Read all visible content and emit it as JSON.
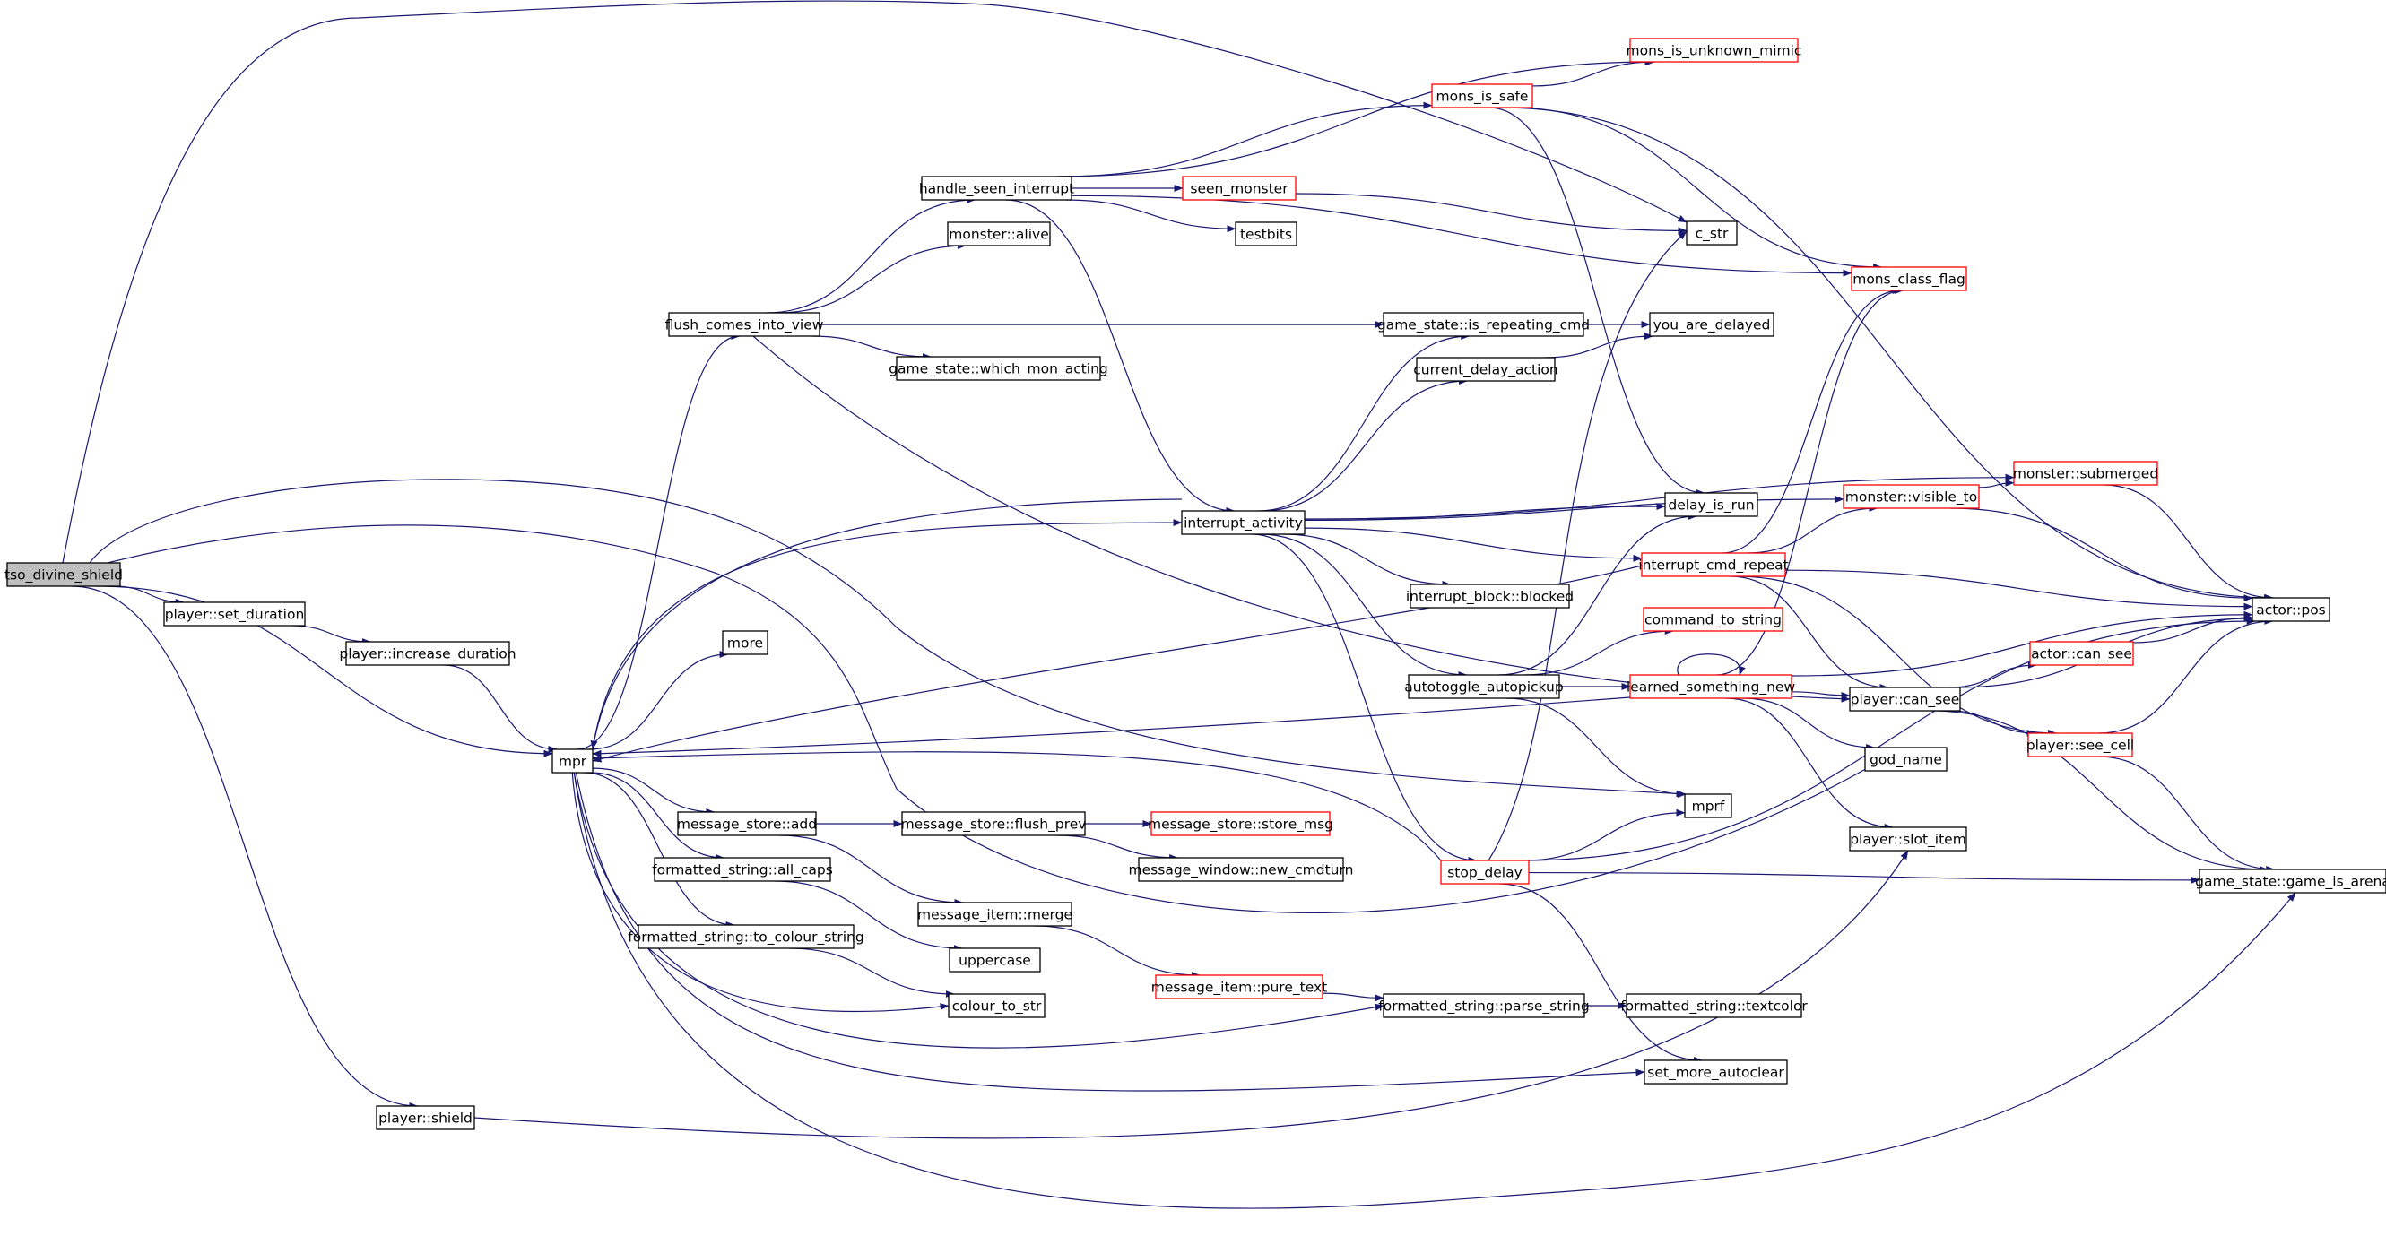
{
  "graph": {
    "title": "tso_divine_shield",
    "colors": {
      "edge": "#191970",
      "node_border": "#000000",
      "truncated_border": "#ff0000",
      "root_fill": "#bfbfbf",
      "background": "#ffffff"
    },
    "nodes": [
      {
        "id": "tso_divine_shield",
        "label": "tso_divine_shield",
        "style": "root"
      },
      {
        "id": "set_duration",
        "label": "player::set_duration",
        "style": "normal"
      },
      {
        "id": "increase_duration",
        "label": "player::increase_duration",
        "style": "normal"
      },
      {
        "id": "mpr",
        "label": "mpr",
        "style": "normal"
      },
      {
        "id": "player_shield",
        "label": "player::shield",
        "style": "normal"
      },
      {
        "id": "flush_comes_into_view",
        "label": "flush_comes_into_view",
        "style": "normal"
      },
      {
        "id": "handle_seen_interrupt",
        "label": "handle_seen_interrupt",
        "style": "normal"
      },
      {
        "id": "monster_alive",
        "label": "monster::alive",
        "style": "normal"
      },
      {
        "id": "which_mon_acting",
        "label": "game_state::which_mon_acting",
        "style": "normal"
      },
      {
        "id": "seen_monster",
        "label": "seen_monster",
        "style": "red"
      },
      {
        "id": "testbits",
        "label": "testbits",
        "style": "normal"
      },
      {
        "id": "mons_is_safe",
        "label": "mons_is_safe",
        "style": "red"
      },
      {
        "id": "mons_is_unknown_mimic",
        "label": "mons_is_unknown_mimic",
        "style": "red"
      },
      {
        "id": "c_str",
        "label": "c_str",
        "style": "normal"
      },
      {
        "id": "mons_class_flag",
        "label": "mons_class_flag",
        "style": "red"
      },
      {
        "id": "is_repeating_cmd",
        "label": "game_state::is_repeating_cmd",
        "style": "normal"
      },
      {
        "id": "you_are_delayed",
        "label": "you_are_delayed",
        "style": "normal"
      },
      {
        "id": "current_delay_action",
        "label": "current_delay_action",
        "style": "normal"
      },
      {
        "id": "interrupt_activity",
        "label": "interrupt_activity",
        "style": "normal"
      },
      {
        "id": "delay_is_run",
        "label": "delay_is_run",
        "style": "normal"
      },
      {
        "id": "monster_submerged",
        "label": "monster::submerged",
        "style": "red"
      },
      {
        "id": "monster_visible_to",
        "label": "monster::visible_to",
        "style": "red"
      },
      {
        "id": "interrupt_cmd_repeat",
        "label": "interrupt_cmd_repeat",
        "style": "red"
      },
      {
        "id": "interrupt_block_blocked",
        "label": "interrupt_block::blocked",
        "style": "normal"
      },
      {
        "id": "actor_pos",
        "label": "actor::pos",
        "style": "normal"
      },
      {
        "id": "command_to_string",
        "label": "command_to_string",
        "style": "red"
      },
      {
        "id": "actor_can_see",
        "label": "actor::can_see",
        "style": "red"
      },
      {
        "id": "more",
        "label": "more",
        "style": "normal"
      },
      {
        "id": "autotoggle_autopickup",
        "label": "autotoggle_autopickup",
        "style": "normal"
      },
      {
        "id": "learned_something_new",
        "label": "learned_something_new",
        "style": "red"
      },
      {
        "id": "player_can_see",
        "label": "player::can_see",
        "style": "normal"
      },
      {
        "id": "player_see_cell",
        "label": "player::see_cell",
        "style": "red"
      },
      {
        "id": "god_name",
        "label": "god_name",
        "style": "normal"
      },
      {
        "id": "mprf",
        "label": "mprf",
        "style": "normal"
      },
      {
        "id": "message_store_add",
        "label": "message_store::add",
        "style": "normal"
      },
      {
        "id": "flush_prev",
        "label": "message_store::flush_prev",
        "style": "normal"
      },
      {
        "id": "store_msg",
        "label": "message_store::store_msg",
        "style": "red"
      },
      {
        "id": "new_cmdturn",
        "label": "message_window::new_cmdturn",
        "style": "normal"
      },
      {
        "id": "all_caps",
        "label": "formatted_string::all_caps",
        "style": "normal"
      },
      {
        "id": "message_item_merge",
        "label": "message_item::merge",
        "style": "normal"
      },
      {
        "id": "player_slot_item",
        "label": "player::slot_item",
        "style": "normal"
      },
      {
        "id": "stop_delay",
        "label": "stop_delay",
        "style": "red"
      },
      {
        "id": "game_is_arena",
        "label": "game_state::game_is_arena",
        "style": "normal"
      },
      {
        "id": "to_colour_string",
        "label": "formatted_string::to_colour_string",
        "style": "normal"
      },
      {
        "id": "uppercase",
        "label": "uppercase",
        "style": "normal"
      },
      {
        "id": "pure_text",
        "label": "message_item::pure_text",
        "style": "red"
      },
      {
        "id": "colour_to_str",
        "label": "colour_to_str",
        "style": "normal"
      },
      {
        "id": "parse_string",
        "label": "formatted_string::parse_string",
        "style": "normal"
      },
      {
        "id": "textcolor",
        "label": "formatted_string::textcolor",
        "style": "normal"
      },
      {
        "id": "set_more_autoclear",
        "label": "set_more_autoclear",
        "style": "normal"
      }
    ],
    "edges": [
      [
        "tso_divine_shield",
        "c_str"
      ],
      [
        "tso_divine_shield",
        "set_duration"
      ],
      [
        "tso_divine_shield",
        "mpr"
      ],
      [
        "tso_divine_shield",
        "player_shield"
      ],
      [
        "tso_divine_shield",
        "mprf"
      ],
      [
        "tso_divine_shield",
        "god_name"
      ],
      [
        "set_duration",
        "increase_duration"
      ],
      [
        "increase_duration",
        "mpr"
      ],
      [
        "player_shield",
        "player_slot_item"
      ],
      [
        "mpr",
        "flush_comes_into_view"
      ],
      [
        "mpr",
        "interrupt_activity"
      ],
      [
        "mpr",
        "more"
      ],
      [
        "mpr",
        "message_store_add"
      ],
      [
        "mpr",
        "all_caps"
      ],
      [
        "mpr",
        "to_colour_string"
      ],
      [
        "mpr",
        "colour_to_str"
      ],
      [
        "mpr",
        "parse_string"
      ],
      [
        "mpr",
        "set_more_autoclear"
      ],
      [
        "mpr",
        "game_is_arena"
      ],
      [
        "flush_comes_into_view",
        "handle_seen_interrupt"
      ],
      [
        "flush_comes_into_view",
        "monster_alive"
      ],
      [
        "flush_comes_into_view",
        "is_repeating_cmd"
      ],
      [
        "flush_comes_into_view",
        "you_are_delayed"
      ],
      [
        "flush_comes_into_view",
        "which_mon_acting"
      ],
      [
        "flush_comes_into_view",
        "player_can_see"
      ],
      [
        "handle_seen_interrupt",
        "mons_is_unknown_mimic"
      ],
      [
        "handle_seen_interrupt",
        "mons_is_safe"
      ],
      [
        "handle_seen_interrupt",
        "seen_monster"
      ],
      [
        "handle_seen_interrupt",
        "testbits"
      ],
      [
        "handle_seen_interrupt",
        "mons_class_flag"
      ],
      [
        "handle_seen_interrupt",
        "interrupt_activity"
      ],
      [
        "seen_monster",
        "c_str"
      ],
      [
        "mons_is_safe",
        "mons_is_unknown_mimic"
      ],
      [
        "mons_is_safe",
        "mons_class_flag"
      ],
      [
        "mons_is_safe",
        "actor_pos"
      ],
      [
        "mons_is_safe",
        "delay_is_run"
      ],
      [
        "current_delay_action",
        "you_are_delayed"
      ],
      [
        "interrupt_activity",
        "is_repeating_cmd"
      ],
      [
        "interrupt_activity",
        "current_delay_action"
      ],
      [
        "interrupt_activity",
        "monster_submerged"
      ],
      [
        "interrupt_activity",
        "monster_visible_to"
      ],
      [
        "interrupt_activity",
        "delay_is_run"
      ],
      [
        "interrupt_activity",
        "interrupt_cmd_repeat"
      ],
      [
        "interrupt_activity",
        "interrupt_block_blocked"
      ],
      [
        "interrupt_activity",
        "autotoggle_autopickup"
      ],
      [
        "interrupt_activity",
        "stop_delay"
      ],
      [
        "interrupt_activity",
        "mpr"
      ],
      [
        "monster_visible_to",
        "monster_submerged"
      ],
      [
        "monster_visible_to",
        "actor_pos"
      ],
      [
        "monster_submerged",
        "actor_pos"
      ],
      [
        "interrupt_cmd_repeat",
        "mons_class_flag"
      ],
      [
        "interrupt_cmd_repeat",
        "monster_visible_to"
      ],
      [
        "interrupt_cmd_repeat",
        "actor_pos"
      ],
      [
        "interrupt_cmd_repeat",
        "player_can_see"
      ],
      [
        "interrupt_cmd_repeat",
        "player_see_cell"
      ],
      [
        "interrupt_cmd_repeat",
        "mpr"
      ],
      [
        "autotoggle_autopickup",
        "command_to_string"
      ],
      [
        "autotoggle_autopickup",
        "learned_something_new"
      ],
      [
        "autotoggle_autopickup",
        "mprf"
      ],
      [
        "autotoggle_autopickup",
        "delay_is_run"
      ],
      [
        "learned_something_new",
        "learned_something_new"
      ],
      [
        "learned_something_new",
        "mons_class_flag"
      ],
      [
        "learned_something_new",
        "actor_pos"
      ],
      [
        "learned_something_new",
        "player_can_see"
      ],
      [
        "learned_something_new",
        "god_name"
      ],
      [
        "learned_something_new",
        "player_slot_item"
      ],
      [
        "learned_something_new",
        "mpr"
      ],
      [
        "player_can_see",
        "actor_can_see"
      ],
      [
        "player_can_see",
        "actor_pos"
      ],
      [
        "player_can_see",
        "player_see_cell"
      ],
      [
        "player_can_see",
        "game_is_arena"
      ],
      [
        "actor_can_see",
        "actor_pos"
      ],
      [
        "player_see_cell",
        "actor_pos"
      ],
      [
        "player_see_cell",
        "game_is_arena"
      ],
      [
        "stop_delay",
        "c_str"
      ],
      [
        "stop_delay",
        "mprf"
      ],
      [
        "stop_delay",
        "actor_pos"
      ],
      [
        "stop_delay",
        "game_is_arena"
      ],
      [
        "stop_delay",
        "set_more_autoclear"
      ],
      [
        "stop_delay",
        "mpr"
      ],
      [
        "message_store_add",
        "flush_prev"
      ],
      [
        "message_store_add",
        "message_item_merge"
      ],
      [
        "flush_prev",
        "store_msg"
      ],
      [
        "flush_prev",
        "new_cmdturn"
      ],
      [
        "all_caps",
        "uppercase"
      ],
      [
        "message_item_merge",
        "pure_text"
      ],
      [
        "to_colour_string",
        "colour_to_str"
      ],
      [
        "pure_text",
        "parse_string"
      ],
      [
        "parse_string",
        "textcolor"
      ]
    ]
  }
}
